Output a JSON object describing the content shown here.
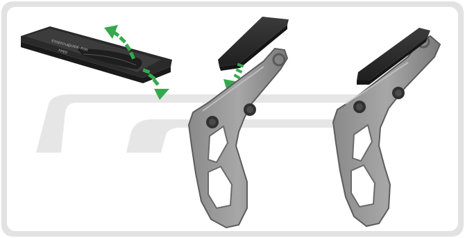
{
  "figure": {
    "frame_bg": "#e7e7e7",
    "frame_inner": "#f2f2f2",
    "watermark_color": "#dcdcdc",
    "part_dark": "#2d2d2d",
    "part_mid": "#4a4a4a",
    "metal_light": "#9b9b9b",
    "metal_mid": "#7c7c7c",
    "metal_dark": "#5a5a5a",
    "arrow_green": "#34a853",
    "sticker_text": [
      "ESSENTIAL",
      "GUIDE",
      "FOR",
      "FREE"
    ],
    "icons": [
      "peel-arrow-icon",
      "insert-arrow-icon"
    ]
  }
}
